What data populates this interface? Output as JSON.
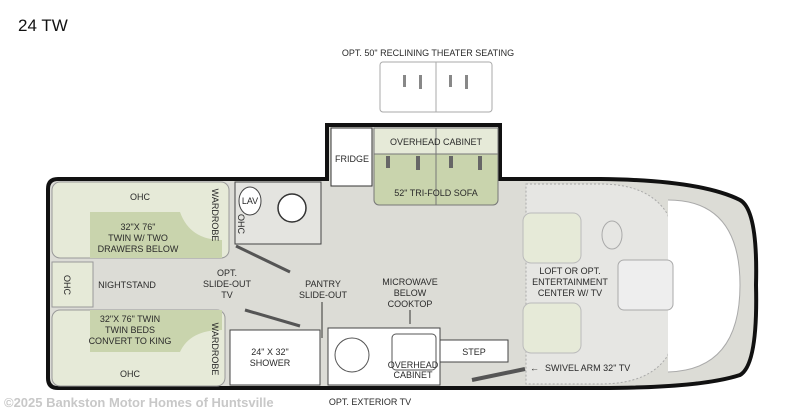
{
  "title": "24 TW",
  "colors": {
    "floor": "#dcdcd6",
    "bed_light": "#e6ead8",
    "bed_dark": "#c9d4ad",
    "wall": "#111111",
    "cab": "#e4e4e2"
  },
  "labels": {
    "theater": "OPT. 50\" RECLINING THEATER SEATING",
    "fridge": "FRIDGE",
    "overhead_cabinet_top": "OVERHEAD CABINET",
    "sofa": "52\" TRI-FOLD SOFA",
    "ohc_top": "OHC",
    "bed_top": [
      "32\"X 76\"",
      "TWIN W/ TWO",
      "DRAWERS BELOW"
    ],
    "wardrobe_top": "WARDROBE",
    "lav": "LAV",
    "ohc_bath": "OHC",
    "ohc_left": "OHC",
    "nightstand": "NIGHTSTAND",
    "slide_tv": [
      "OPT.",
      "SLIDE-OUT",
      "TV"
    ],
    "pantry": [
      "PANTRY",
      "SLIDE-OUT"
    ],
    "microwave": [
      "MICROWAVE",
      "BELOW",
      "COOKTOP"
    ],
    "loft": [
      "LOFT OR OPT.",
      "ENTERTAINMENT",
      "CENTER W/ TV"
    ],
    "bed_bottom": [
      "32\"X 76\" TWIN",
      "TWIN BEDS",
      "CONVERT TO KING"
    ],
    "wardrobe_bottom": "WARDROBE",
    "ohc_bottom": "OHC",
    "shower": [
      "24\" X 32\"",
      "SHOWER"
    ],
    "overhead_cabinet_bottom": [
      "OVERHEAD",
      "CABINET"
    ],
    "step": "STEP",
    "swivel": "SWIVEL ARM 32\" TV",
    "exterior_tv": "OPT. EXTERIOR TV"
  },
  "watermark": "©2025 Bankston Motor Homes of Huntsville"
}
